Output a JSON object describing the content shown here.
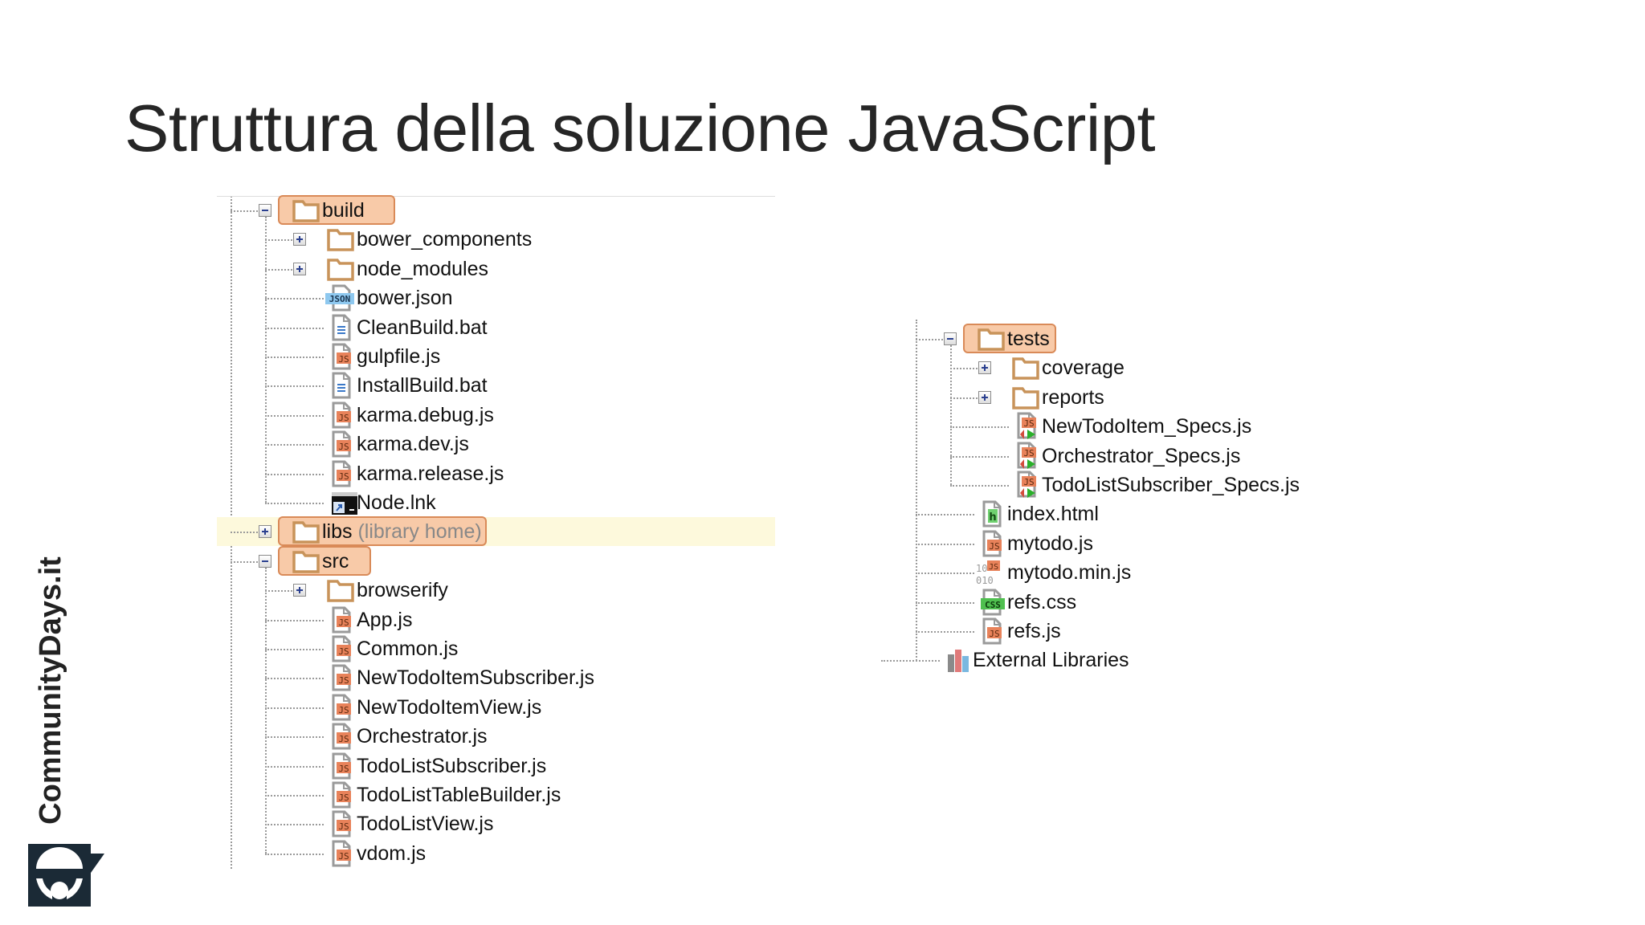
{
  "slide": {
    "title": "Struttura della soluzione JavaScript",
    "logo_text": "CommunityDays.it"
  },
  "colors": {
    "highlight_box": "#f8caa8",
    "highlight_border": "#d98a58",
    "highlight_row": "#fdf9dc",
    "folder": "#c8935a",
    "js_badge": "#e8825a",
    "css_badge": "#4fbf4f",
    "json_badge": "#8ec8ef",
    "logo": "#1b2a36"
  },
  "left_tree": [
    {
      "label": "build",
      "level": 0,
      "icon": "folder-icon",
      "expander": "minus",
      "highlight": true
    },
    {
      "label": "bower_components",
      "level": 1,
      "icon": "folder-icon",
      "expander": "plus"
    },
    {
      "label": "node_modules",
      "level": 1,
      "icon": "folder-icon",
      "expander": "plus"
    },
    {
      "label": "bower.json",
      "level": 1,
      "icon": "json-file-icon"
    },
    {
      "label": "CleanBuild.bat",
      "level": 1,
      "icon": "text-file-icon"
    },
    {
      "label": "gulpfile.js",
      "level": 1,
      "icon": "js-file-icon"
    },
    {
      "label": "InstallBuild.bat",
      "level": 1,
      "icon": "text-file-icon"
    },
    {
      "label": "karma.debug.js",
      "level": 1,
      "icon": "js-file-icon"
    },
    {
      "label": "karma.dev.js",
      "level": 1,
      "icon": "js-file-icon"
    },
    {
      "label": "karma.release.js",
      "level": 1,
      "icon": "js-file-icon"
    },
    {
      "label": "Node.lnk",
      "level": 1,
      "icon": "shortcut-icon"
    },
    {
      "label": "libs",
      "sublabel": "(library home)",
      "level": 0,
      "icon": "folder-icon",
      "expander": "plus",
      "highlight": true,
      "row_highlight": true
    },
    {
      "label": "src",
      "level": 0,
      "icon": "folder-icon",
      "expander": "minus",
      "highlight": true
    },
    {
      "label": "browserify",
      "level": 1,
      "icon": "folder-icon",
      "expander": "plus"
    },
    {
      "label": "App.js",
      "level": 1,
      "icon": "js-file-icon"
    },
    {
      "label": "Common.js",
      "level": 1,
      "icon": "js-file-icon"
    },
    {
      "label": "NewTodoItemSubscriber.js",
      "level": 1,
      "icon": "js-file-icon"
    },
    {
      "label": "NewTodoItemView.js",
      "level": 1,
      "icon": "js-file-icon"
    },
    {
      "label": "Orchestrator.js",
      "level": 1,
      "icon": "js-file-icon"
    },
    {
      "label": "TodoListSubscriber.js",
      "level": 1,
      "icon": "js-file-icon"
    },
    {
      "label": "TodoListTableBuilder.js",
      "level": 1,
      "icon": "js-file-icon"
    },
    {
      "label": "TodoListView.js",
      "level": 1,
      "icon": "js-file-icon"
    },
    {
      "label": "vdom.js",
      "level": 1,
      "icon": "js-file-icon"
    }
  ],
  "right_tree": [
    {
      "label": "tests",
      "level": 1,
      "icon": "folder-icon",
      "expander": "minus",
      "highlight": true
    },
    {
      "label": "coverage",
      "level": 2,
      "icon": "folder-icon",
      "expander": "plus"
    },
    {
      "label": "reports",
      "level": 2,
      "icon": "folder-icon",
      "expander": "plus"
    },
    {
      "label": "NewTodoItem_Specs.js",
      "level": 2,
      "icon": "js-test-file-icon"
    },
    {
      "label": "Orchestrator_Specs.js",
      "level": 2,
      "icon": "js-test-file-icon"
    },
    {
      "label": "TodoListSubscriber_Specs.js",
      "level": 2,
      "icon": "js-test-file-icon"
    },
    {
      "label": "index.html",
      "level": 1,
      "icon": "html-file-icon"
    },
    {
      "label": "mytodo.js",
      "level": 1,
      "icon": "js-file-icon"
    },
    {
      "label": "mytodo.min.js",
      "level": 1,
      "icon": "minified-js-icon"
    },
    {
      "label": "refs.css",
      "level": 1,
      "icon": "css-file-icon"
    },
    {
      "label": "refs.js",
      "level": 1,
      "icon": "js-file-icon"
    },
    {
      "label": "External Libraries",
      "level": 0,
      "icon": "external-libraries-icon"
    }
  ]
}
